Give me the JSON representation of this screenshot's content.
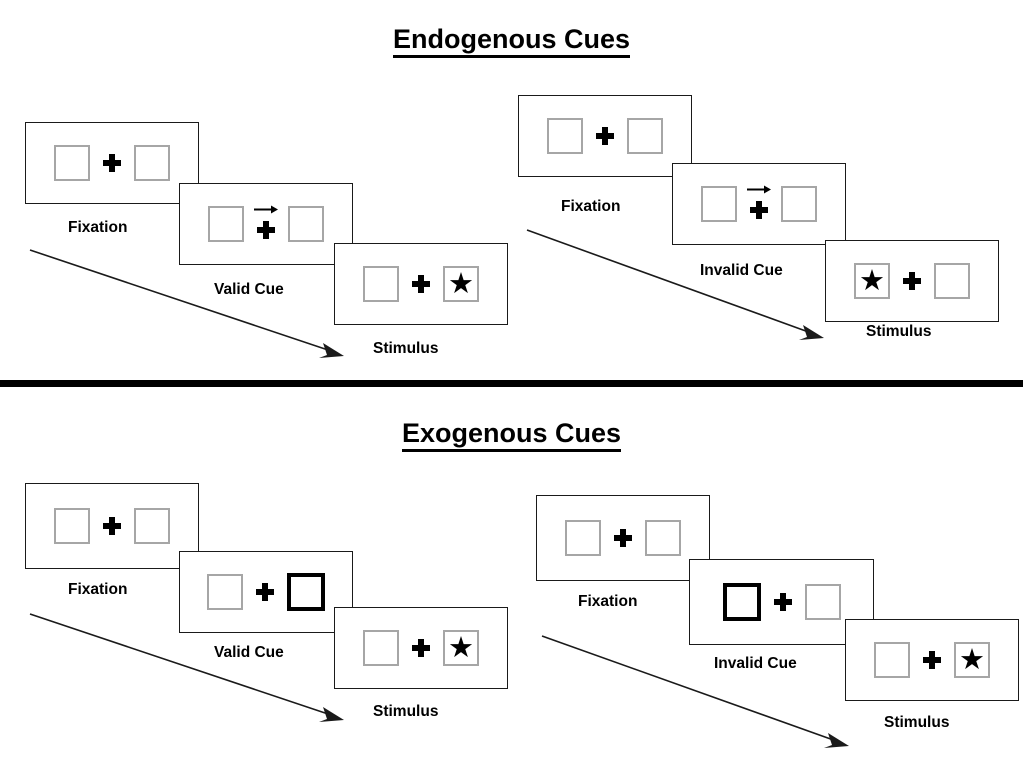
{
  "sections": [
    {
      "id": "endogenous",
      "title": "Endogenous Cues",
      "cue_type": "arrow",
      "columns": [
        {
          "id": "valid",
          "panels": [
            {
              "id": "fixation",
              "label": "Fixation",
              "cue": "none",
              "star": "none"
            },
            {
              "id": "cue",
              "label": "Valid Cue",
              "cue": "arrow-right",
              "star": "none"
            },
            {
              "id": "stimulus",
              "label": "Stimulus",
              "cue": "none",
              "star": "right"
            }
          ]
        },
        {
          "id": "invalid",
          "panels": [
            {
              "id": "fixation",
              "label": "Fixation",
              "cue": "none",
              "star": "none"
            },
            {
              "id": "cue",
              "label": "Invalid Cue",
              "cue": "arrow-right",
              "star": "none"
            },
            {
              "id": "stimulus",
              "label": "Stimulus",
              "cue": "none",
              "star": "left"
            }
          ]
        }
      ]
    },
    {
      "id": "exogenous",
      "title": "Exogenous Cues",
      "cue_type": "box-flash",
      "columns": [
        {
          "id": "valid",
          "panels": [
            {
              "id": "fixation",
              "label": "Fixation",
              "cue": "none",
              "star": "none"
            },
            {
              "id": "cue",
              "label": "Valid Cue",
              "cue": "highlight-right",
              "star": "none"
            },
            {
              "id": "stimulus",
              "label": "Stimulus",
              "cue": "none",
              "star": "right"
            }
          ]
        },
        {
          "id": "invalid",
          "panels": [
            {
              "id": "fixation",
              "label": "Fixation",
              "cue": "none",
              "star": "none"
            },
            {
              "id": "cue",
              "label": "Invalid Cue",
              "cue": "highlight-left",
              "star": "none"
            },
            {
              "id": "stimulus",
              "label": "Stimulus",
              "cue": "none",
              "star": "right"
            }
          ]
        }
      ]
    }
  ],
  "glyphs": {
    "star": "★",
    "fixation_cross": "plus-cross",
    "cue_arrow": "arrow-right-icon"
  },
  "colors": {
    "ink": "#000000",
    "panel_border": "#1a1a1a",
    "box_border": "#a6a6a6",
    "box_border_highlight": "#000000",
    "background": "#ffffff"
  }
}
